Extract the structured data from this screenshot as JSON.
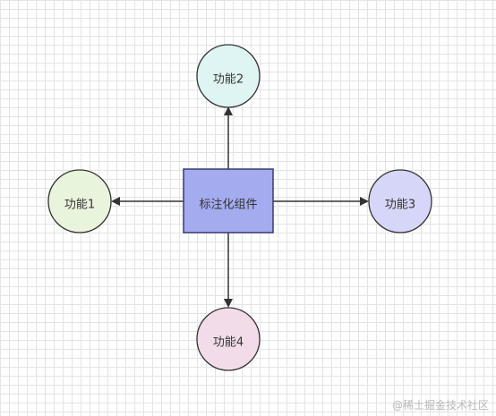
{
  "center": {
    "label": "标注化组件",
    "fill": "#a4abef",
    "stroke": "#3b3b6e"
  },
  "features": [
    {
      "label": "功能1",
      "fill": "#e8f4db"
    },
    {
      "label": "功能2",
      "fill": "#def5f3"
    },
    {
      "label": "功能3",
      "fill": "#d6d7f8"
    },
    {
      "label": "功能4",
      "fill": "#f3dcea"
    }
  ],
  "colors": {
    "node_stroke": "#333333",
    "arrow": "#333333",
    "grid": "#e4e4e4"
  },
  "watermark": "@稀土掘金技术社区"
}
